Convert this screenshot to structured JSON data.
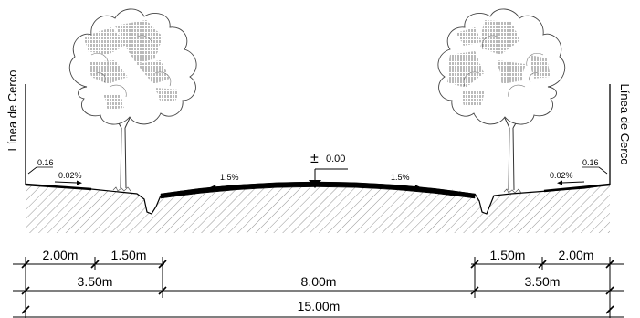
{
  "fence_label": "Línea de Cerco",
  "elevation_label": "0.00",
  "elevation_symbol": "±",
  "curb_height": "0.16",
  "slopes": {
    "left_shoulder": "0.02%",
    "left_road": "1.5%",
    "right_road": "1.5%",
    "right_shoulder": "0.02%"
  },
  "dimensions": {
    "left_sidewalk": "2.00m",
    "left_green": "1.50m",
    "left_total": "3.50m",
    "roadway": "8.00m",
    "right_green": "1.50m",
    "right_sidewalk": "2.00m",
    "right_total": "3.50m",
    "overall": "15.00m"
  }
}
